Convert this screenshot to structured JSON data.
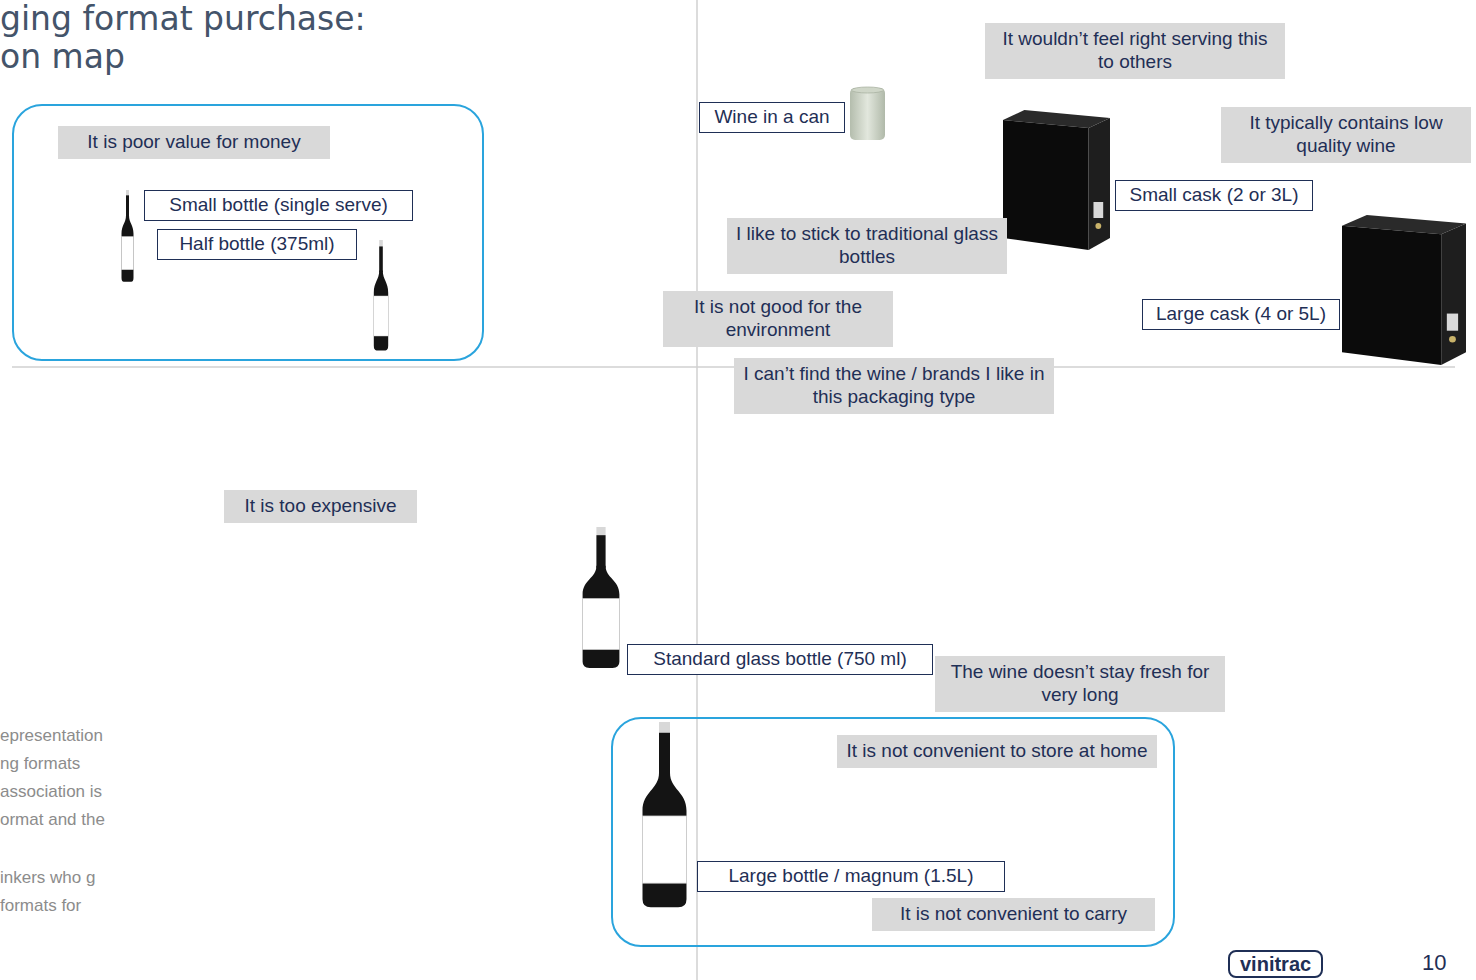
{
  "diagram": {
    "title": "ging format purchase: on map",
    "nodes": [
      {
        "text": []
      },
      {
        "text": [
          "It is poor value for money"
        ],
        "in": 0
      },
      {
        "text": [
          "Small bottle (single serve)"
        ],
        "in": 0
      },
      {
        "text": [
          "Half bottle (375ml)"
        ],
        "in": 0
      },
      {
        "text": [
          "It wouldn’t feel right serving this to others"
        ]
      },
      {
        "text": [
          "Wine in a can"
        ]
      },
      {
        "text": [
          "It typically contains low quality wine"
        ]
      },
      {
        "text": [
          "Small cask (2 or 3L)"
        ]
      },
      {
        "text": [
          "I like to stick to traditional glass bottles"
        ]
      },
      {
        "text": [
          "Large cask (4 or 5L)"
        ]
      },
      {
        "text": [
          "It is not good for the environment"
        ]
      },
      {
        "text": [
          "I can’t find the wine / brands I like in this packaging type"
        ]
      },
      {
        "text": [
          "It is too expensive"
        ]
      },
      {
        "text": [
          "Standard glass bottle (750 ml)"
        ]
      },
      {
        "text": [
          "The wine doesn’t stay fresh for very long"
        ]
      },
      {
        "text": []
      },
      {
        "text": [
          "It is not convenient to store at home"
        ],
        "in": 15
      },
      {
        "text": [
          "Large bottle / magnum (1.5L)"
        ],
        "in": 15
      },
      {
        "text": [
          "It is not convenient to carry"
        ],
        "in": 15
      }
    ],
    "labels": [
      "epresentation ng formats association is ormat and the",
      "inkers who g formats for",
      "vinitrac",
      "10"
    ]
  }
}
